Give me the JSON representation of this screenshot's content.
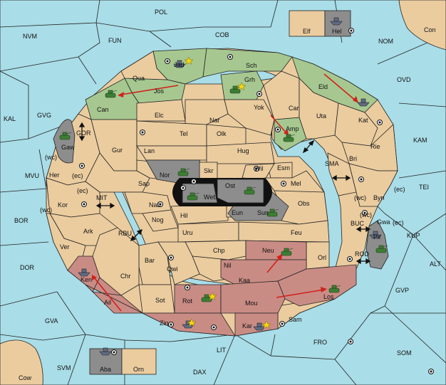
{
  "colors": {
    "sea": "#a9dde8",
    "neutral": "#ebcc9f",
    "green_power": "#a6c890",
    "red_power": "#c98c85",
    "grey_power": "#8d8d8d",
    "order_arrow": "#d0211c"
  },
  "labels": {
    "pol": "POL",
    "cob": "COB",
    "nvm": "NVM",
    "fun": "FUN",
    "nom": "NOM",
    "con": "Con",
    "elf": "Elf",
    "hel": "Hel",
    "ovd": "OVD",
    "kal": "KAL",
    "gvg": "GVG",
    "kam": "KAM",
    "gor": "GOR",
    "gaw": "Gaw",
    "sma": "SMA",
    "tei": "TEI",
    "mvu": "MVU",
    "mit": "MIT",
    "bor": "BOR",
    "rbu": "RBU",
    "buc": "BUC",
    "kup": "KUP",
    "rod": "ROD",
    "dor": "DOR",
    "alt": "ALT",
    "gvp": "GVP",
    "gva": "GVA",
    "fro": "FRO",
    "som": "SOM",
    "lit": "LIT",
    "svm": "SVM",
    "dax": "DAX",
    "cow": "Cow",
    "aba": "Aba",
    "orn": "Orn",
    "jad": "Jad",
    "sch": "Sch",
    "qua": "Qua",
    "jos": "Jos",
    "grh": "Grh",
    "can": "Can",
    "eld": "Eld",
    "elc": "Elc",
    "nar": "Nar",
    "yok": "Yok",
    "car": "Car",
    "uta": "Uta",
    "kat": "Kat",
    "tel": "Tel",
    "olk": "Olk",
    "amp": "Amp",
    "gur": "Gur",
    "lan": "Lan",
    "hug": "Hug",
    "rie": "Rie",
    "her": "Her",
    "ec1": "(ec)",
    "wc1": "(wc)",
    "nor": "Nor",
    "skr": "Skr",
    "wil": "Wil",
    "esm": "Esm",
    "bri": "Bri",
    "sap": "Sap",
    "ost": "Ost",
    "mel": "Mel",
    "web": "Web",
    "wc2": "(wc)",
    "byn": "Byn",
    "ec2": "(ec)",
    "kor": "Kor",
    "ec3": "(ec)",
    "wc3": "(wc)",
    "nab": "Nab",
    "eun": "Eun",
    "sun": "Sun",
    "obs": "Obs",
    "wc4": "(wc)",
    "gwa": "Gwa",
    "ec4": "(ec)",
    "ark": "Ark",
    "nog": "Nog",
    "hil": "Hil",
    "uru": "Uru",
    "feu": "Feu",
    "pir": "Pir",
    "ver": "Ver",
    "chp": "Chp",
    "neu": "Neu",
    "orl": "Orl",
    "bar": "Bar",
    "qwi": "Qwi",
    "nil": "Nil",
    "ken": "Ken",
    "chr": "Chr",
    "kaa": "Kaa",
    "rot": "Rot",
    "sot": "Sot",
    "mou": "Mou",
    "los": "Los",
    "ail": "Ail",
    "zin": "Zin",
    "kar": "Kar",
    "sam": "Sam"
  }
}
